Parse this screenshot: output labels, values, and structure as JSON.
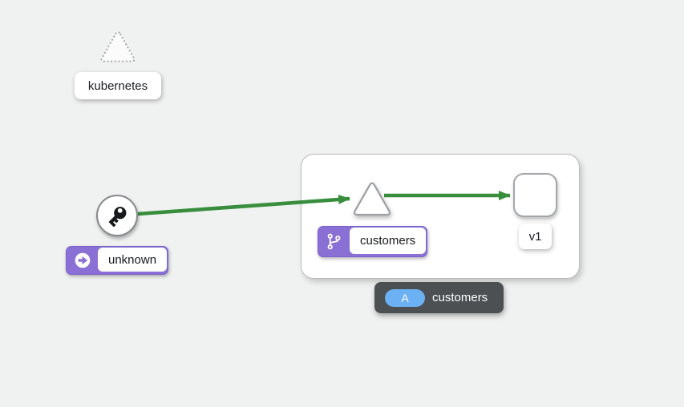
{
  "graph": {
    "nodes": {
      "kubernetes": {
        "label": "kubernetes",
        "shape": "triangle",
        "border_style": "dashed"
      },
      "unknown": {
        "label": "unknown",
        "node_icon": "key-icon",
        "badge_icon": "arrow-circle-right-icon",
        "shape": "circle"
      },
      "customers_app": {
        "label": "customers",
        "badge_icon": "code-branch-icon",
        "shape": "triangle"
      },
      "v1": {
        "label": "v1",
        "shape": "rounded-square"
      }
    },
    "edges": [
      {
        "from": "unknown",
        "to": "customers_app",
        "color": "#388E3C"
      },
      {
        "from": "customers_app",
        "to": "v1",
        "color": "#388E3C"
      }
    ]
  },
  "tooltip": {
    "badge": "A",
    "label": "customers"
  },
  "colors": {
    "background": "#F0F1F1",
    "edge_green": "#388E3C",
    "badge_purple_fill": "#8A70D4",
    "badge_purple_border": "#7B61CE",
    "tooltip_bg": "#4C5053",
    "tooltip_badge_blue": "#6CB1F3",
    "node_border_gray": "#9DA0A3",
    "box_border_gray": "#B9BCBE"
  }
}
